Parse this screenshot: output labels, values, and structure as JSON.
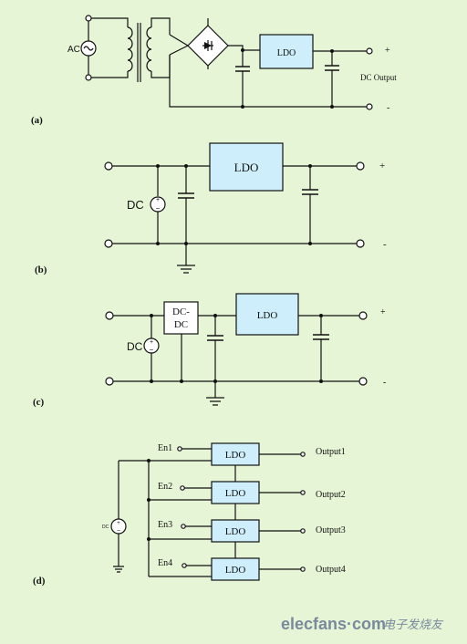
{
  "panel_a": {
    "label": "(a)",
    "ac_label": "AC",
    "ldo_label": "LDO",
    "output_label": "DC Output",
    "plus": "+",
    "minus": "-"
  },
  "panel_b": {
    "label": "(b)",
    "dc_label": "DC",
    "ldo_label": "LDO",
    "plus": "+",
    "minus": "-"
  },
  "panel_c": {
    "label": "(c)",
    "dc_label": "DC",
    "dcdc_line1": "DC-",
    "dcdc_line2": "DC",
    "ldo_label": "LDO",
    "plus": "+",
    "minus": "-"
  },
  "panel_d": {
    "label": "(d)",
    "dc_label": "DC",
    "enables": [
      "En1",
      "En2",
      "En3",
      "En4"
    ],
    "ldo_label": "LDO",
    "outputs": [
      "Output1",
      "Output2",
      "Output3",
      "Output4"
    ]
  },
  "watermark": {
    "brand": "elecfans",
    "dot": "·",
    "suffix": "com",
    "chinese": "电子发烧友"
  }
}
